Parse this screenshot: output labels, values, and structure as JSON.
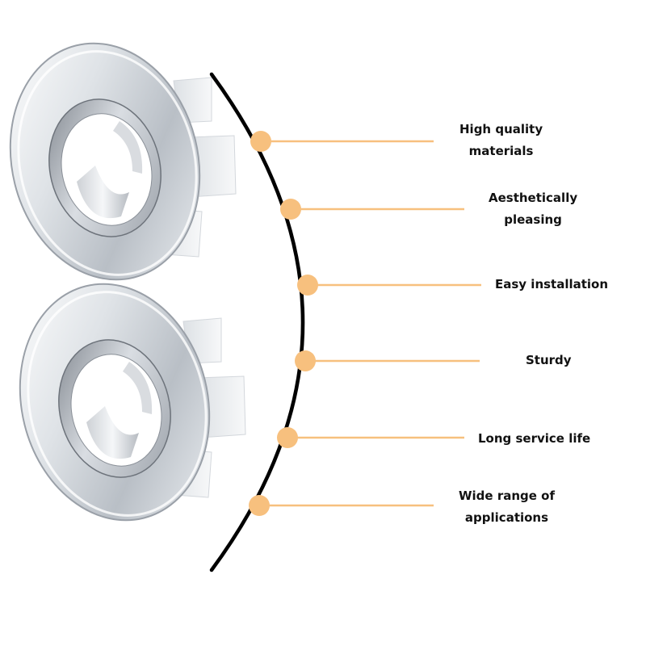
{
  "colors": {
    "accent": "#f7c07e",
    "curve": "#000000",
    "text": "#111111",
    "chrome_light": "#f2f4f6",
    "chrome_dark": "#8a9098"
  },
  "product": {
    "items": [
      {
        "icon": "chrome-overflow-ring-icon"
      },
      {
        "icon": "chrome-overflow-ring-icon"
      }
    ]
  },
  "features": [
    {
      "lines": [
        "High quality",
        "materials"
      ]
    },
    {
      "lines": [
        "Aesthetically",
        "pleasing"
      ]
    },
    {
      "lines": [
        "Easy installation"
      ]
    },
    {
      "lines": [
        "Sturdy"
      ]
    },
    {
      "lines": [
        "Long service life"
      ]
    },
    {
      "lines": [
        "Wide range of",
        "applications"
      ]
    }
  ]
}
